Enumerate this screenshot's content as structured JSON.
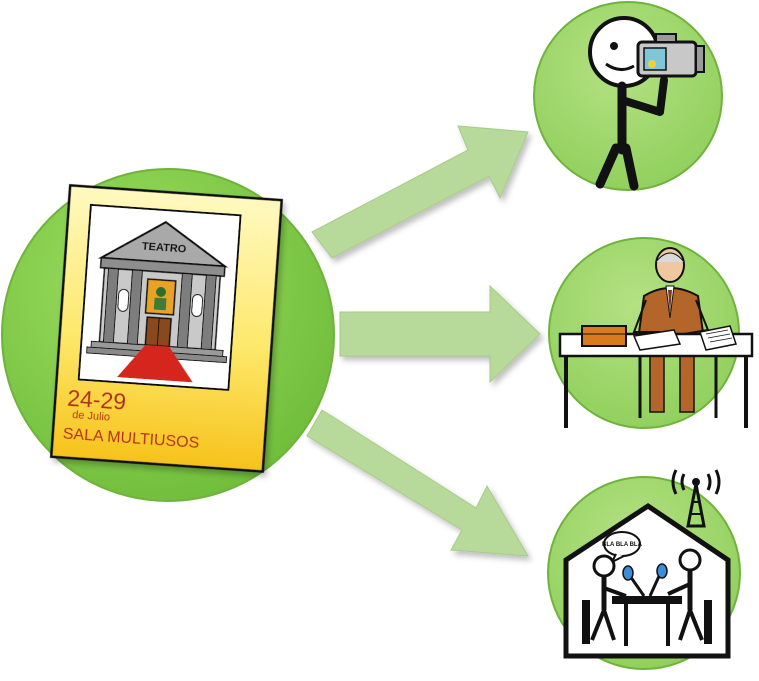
{
  "poster": {
    "building_label": "TEATRO",
    "dates": "24-29",
    "month": "de Julio",
    "venue": "SALA MULTIUSOS"
  },
  "radio_studio": {
    "speech_bubble": "BLA BLA BLA"
  },
  "colors": {
    "circle_fill": "#8ed255",
    "circle_stroke": "#6fb33c",
    "small_circle_fill": "#9fd66c",
    "arrow_fill": "#b7d99a",
    "poster_fill": "#fde86a",
    "poster_text": "#b22a1a"
  }
}
